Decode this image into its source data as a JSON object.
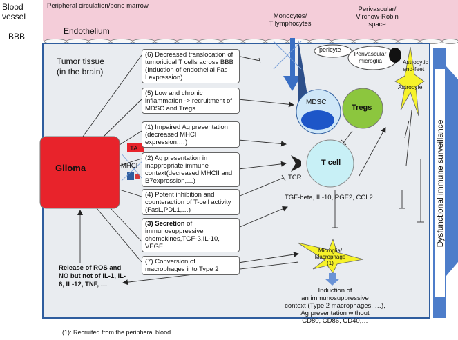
{
  "labels": {
    "blood_vessel": "Blood\nvessel",
    "bbb": "BBB",
    "peripheral": "Peripheral circulation/bone marrow",
    "endothelium": "Endothelium",
    "monocytes": "Monocytes/\nT lymphocytes",
    "perivascular_space": "Perivascular/\nVirchow-Robin\nspace",
    "tumor_tissue": "Tumor tissue\n(in the brain)",
    "pericyte": "pericyte",
    "perivascular_microglia": "Perivascular\nmicroglia",
    "astrocytic_endfeet": "Astrocytic\nend-feet",
    "astrocyte": "Astrocyte",
    "glioma": "Glioma",
    "ta": "TA",
    "mhci": "MHCI",
    "mdsc": "MDSC",
    "tregs": "Tregs",
    "tcell": "T cell",
    "tcr": "TCR",
    "cytokines": "TGF-beta, IL-10,,PGE2, CCL2",
    "microglia": "Microglia/\nMacrophage\n(1)",
    "induction": "Induction of\nan immunosuppressive\ncontext (Type 2 macrophages, …),\nAg presentation without\nCD80, CD86, CD40,…",
    "release": "Release of ROS and\nNO but not of IL-1, IL-\n6, IL-12, TNF, …",
    "dysfunctional": "Dysfunctional immune surveillance",
    "footnote": "(1): Recruited from the peripheral blood"
  },
  "mechanisms": [
    {
      "num": "(6)",
      "text": " Decreased translocation of tumoricidal T cells across BBB (Induction of endothelial Fas Lexpression)"
    },
    {
      "num": "(5)",
      "text": " Low and chronic inflammation -> recruitment of MDSC and Tregs"
    },
    {
      "num": "(1)",
      "text": " Impaired Ag presentation (decreased MHCI expression,…)"
    },
    {
      "num": "(2)",
      "text": " Ag presentation in inappropriate immune context(decreased MHCII and B7expression,…)"
    },
    {
      "num": "(4)",
      "text": " Potent inhibition and counteraction of T-cell activity (FasL,PDL1,…)"
    },
    {
      "num": "(3) Secretion",
      "text": " of immunosuppressive chemokines,TGF-β,IL-10, VEGF."
    },
    {
      "num": "(7)",
      "text": " Conversion of macrophages into Type 2"
    }
  ],
  "colors": {
    "vessel": "#f4cdd9",
    "tissue": "#e9ecf0",
    "border": "#2f5d9e",
    "glioma": "#e8232b",
    "mdsc_outer": "#cfe7f8",
    "mdsc_inner": "#1d56c8",
    "tregs": "#8cc63e",
    "tcell": "#c8f0f6",
    "star": "#f6f22a",
    "arrow_blue": "#3a6fc4"
  }
}
